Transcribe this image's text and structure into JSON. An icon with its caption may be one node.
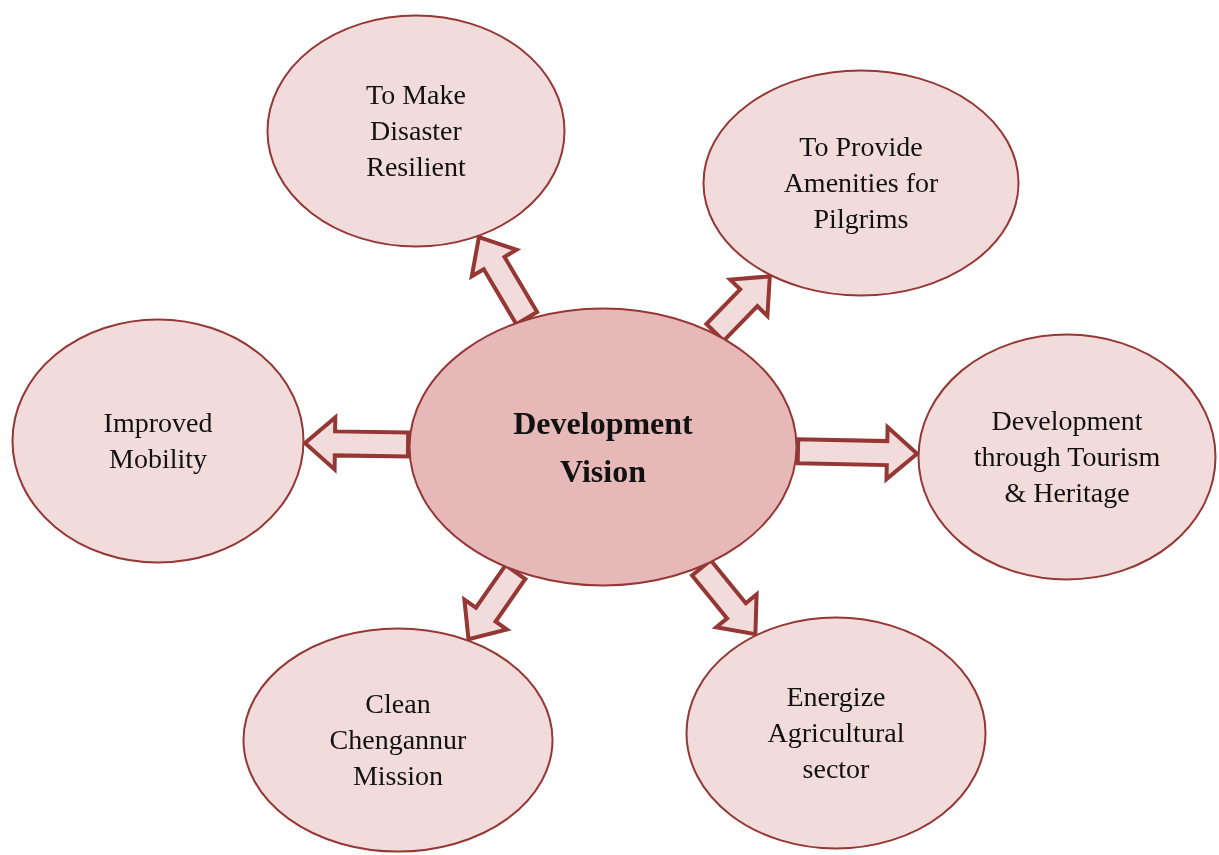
{
  "diagram": {
    "nodes": [
      {
        "text": [
          "Development Vision"
        ]
      },
      {
        "text": [
          "To Make Disaster Resilient"
        ]
      },
      {
        "text": [
          "To Provide Amenities for Pilgrims"
        ]
      },
      {
        "text": [
          "Improved Mobility"
        ]
      },
      {
        "text": [
          "Development through Tourism & Heritage"
        ]
      },
      {
        "text": [
          "Clean Chengannur Mission"
        ]
      },
      {
        "text": [
          "Energize Agricultural sector"
        ]
      }
    ],
    "edges": [
      {
        "from": 0,
        "to": 1,
        "arrow": "to"
      },
      {
        "from": 0,
        "to": 2,
        "arrow": "to"
      },
      {
        "from": 0,
        "to": 3,
        "arrow": "to"
      },
      {
        "from": 0,
        "to": 4,
        "arrow": "to"
      },
      {
        "from": 0,
        "to": 5,
        "arrow": "to"
      },
      {
        "from": 0,
        "to": 6,
        "arrow": "to"
      }
    ]
  }
}
